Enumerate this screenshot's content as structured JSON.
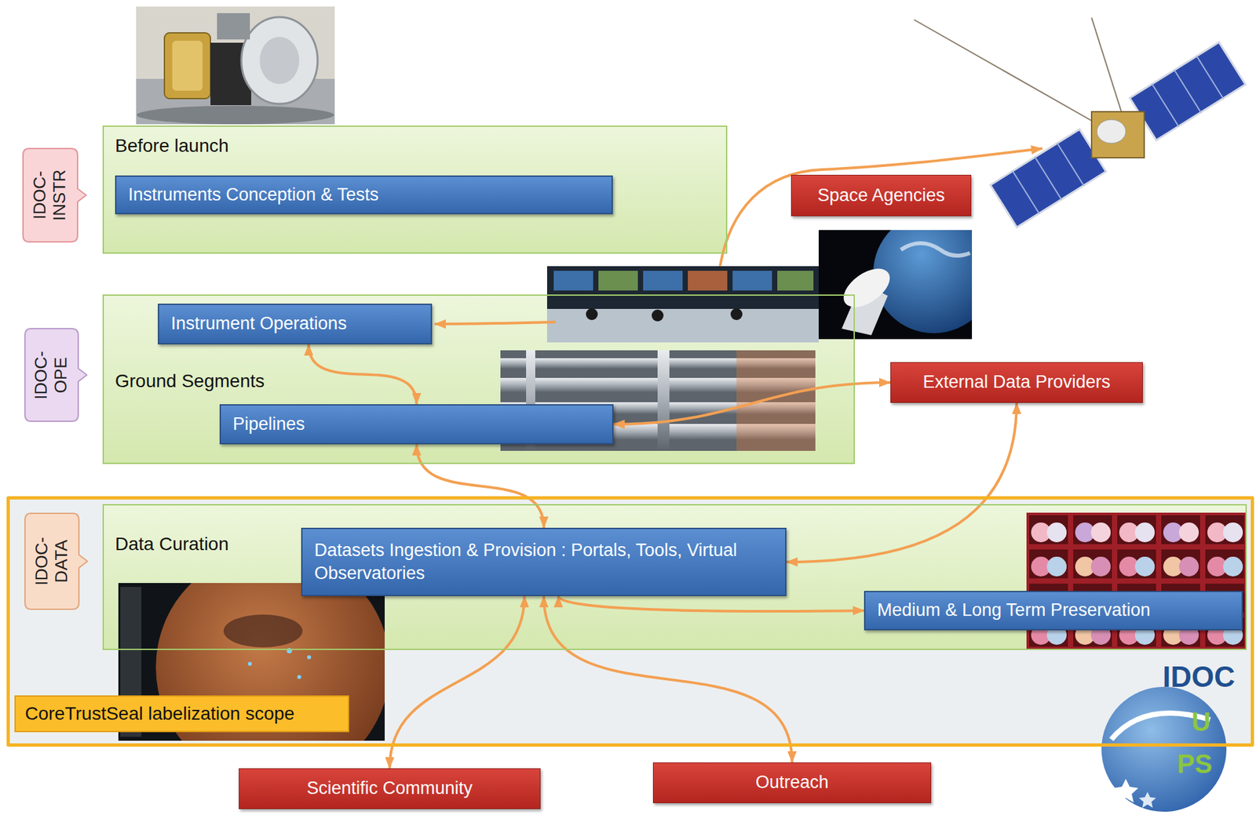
{
  "diagram": {
    "nodes": [
      {
        "text": [
          "Before launch"
        ]
      },
      {
        "text": [
          "Instruments Conception & Tests"
        ],
        "in": 0
      },
      {
        "text": [
          "IDOC- INSTR"
        ]
      },
      {
        "text": [
          "Ground Segments"
        ]
      },
      {
        "text": [
          "Instrument Operations"
        ],
        "in": 3
      },
      {
        "text": [
          "Pipelines"
        ],
        "in": 3
      },
      {
        "text": [
          "IDOC- OPE"
        ]
      },
      {
        "text": [
          "Space Agencies"
        ]
      },
      {
        "text": [
          "External Data Providers"
        ]
      },
      {
        "text": [
          "CoreTrustSeal labelization scope"
        ]
      },
      {
        "text": [
          "Data Curation"
        ],
        "in": 9
      },
      {
        "text": [
          "Datasets Ingestion & Provision : Portals, Tools, Virtual Observatories"
        ],
        "in": 10
      },
      {
        "text": [
          "Medium & Long Term Preservation"
        ],
        "in": 10
      },
      {
        "text": [
          "IDOC- DATA"
        ],
        "in": 9
      },
      {
        "text": [
          "Scientific Community"
        ]
      },
      {
        "text": [
          "Outreach"
        ]
      }
    ],
    "edges": [
      {
        "from": 4,
        "to": 5,
        "arrow": "both"
      },
      {
        "from": 5,
        "to": 11,
        "arrow": "both"
      },
      {
        "from": 8,
        "to": 5,
        "arrow": "both"
      },
      {
        "from": 8,
        "to": 11,
        "arrow": "both"
      },
      {
        "from": 11,
        "to": 12,
        "arrow": "both"
      },
      {
        "from": 11,
        "to": 14,
        "arrow": "both"
      },
      {
        "from": 11,
        "to": 15,
        "arrow": "both"
      }
    ],
    "labels": [
      "IDOC",
      "U",
      "PS"
    ]
  }
}
